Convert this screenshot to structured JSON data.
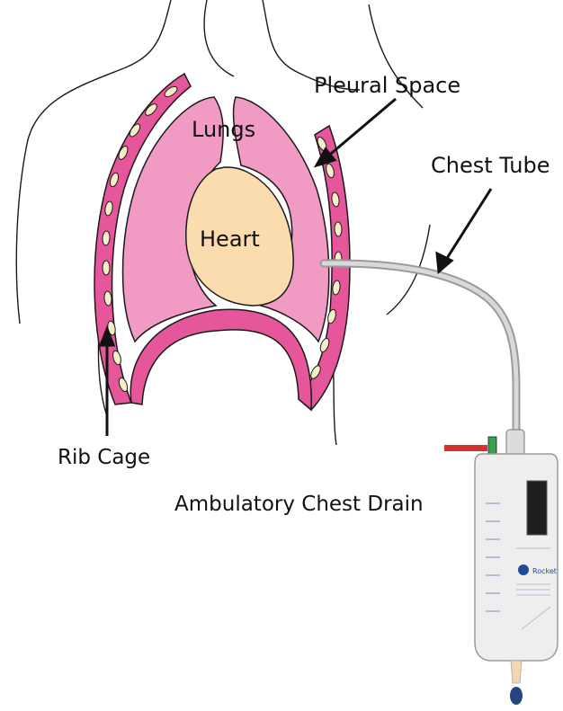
{
  "labels": {
    "pleural_space": "Pleural Space",
    "lungs": "Lungs",
    "chest_tube": "Chest Tube",
    "heart": "Heart",
    "rib_cage": "Rib Cage",
    "ambulatory_chest_drain": "Ambulatory Chest Drain"
  },
  "colors": {
    "lung": "#f19bc4",
    "rib_band": "#e5579a",
    "rib_bone": "#f7ecc8",
    "heart": "#fbdcae",
    "outline": "#1a1a1a",
    "tube": "#c9c9c9"
  },
  "drain_bag": {
    "brand": "Rocket"
  }
}
